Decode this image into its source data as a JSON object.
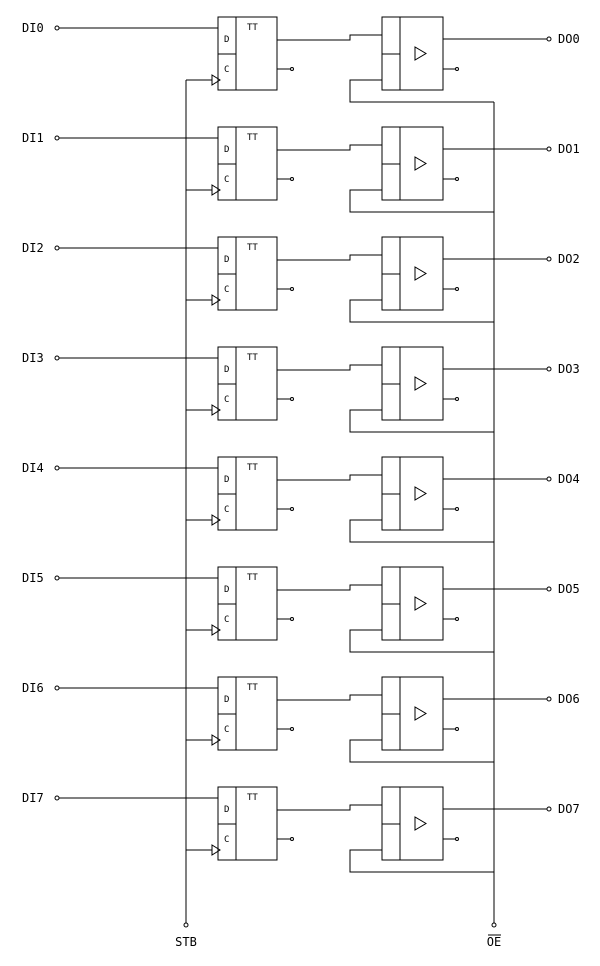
{
  "latch_block_label": "TT",
  "pins": {
    "d": "D",
    "c": "C"
  },
  "bus": {
    "strobe": "STB",
    "output_enable": "OE"
  },
  "channels": [
    {
      "input": "DI0",
      "output": "DO0"
    },
    {
      "input": "DI1",
      "output": "DO1"
    },
    {
      "input": "DI2",
      "output": "DO2"
    },
    {
      "input": "DI3",
      "output": "DO3"
    },
    {
      "input": "DI4",
      "output": "DO4"
    },
    {
      "input": "DI5",
      "output": "DO5"
    },
    {
      "input": "DI6",
      "output": "DO6"
    },
    {
      "input": "DI7",
      "output": "DO7"
    }
  ]
}
